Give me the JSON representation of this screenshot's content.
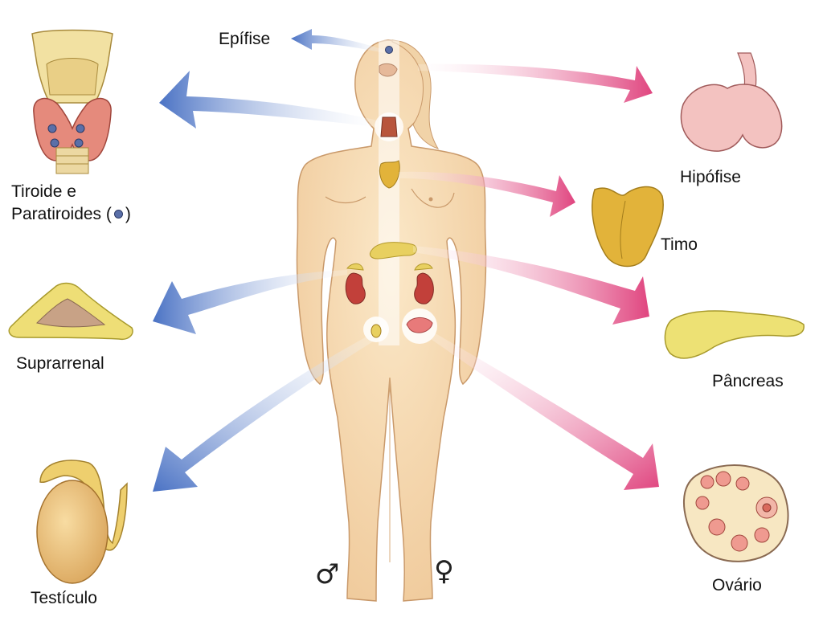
{
  "labels": {
    "epifise": "Epífise",
    "hipofise": "Hipófise",
    "tiroide_line1": "Tiroide e",
    "tiroide_line2": "Paratiroides (",
    "tiroide_close": ")",
    "timo": "Timo",
    "suprarrenal": "Suprarrenal",
    "pancreas": "Pâncreas",
    "testiculo": "Testículo",
    "ovario": "Ovário"
  },
  "symbols": {
    "male": "♂",
    "female": "♀"
  },
  "colors": {
    "male_arrow": "#4a72c4",
    "female_arrow": "#e0457f",
    "skin": "#f6dcb4",
    "gland_yellow": "#e8d060",
    "gland_pink": "#f3c2c0",
    "kidney": "#c2403a"
  }
}
